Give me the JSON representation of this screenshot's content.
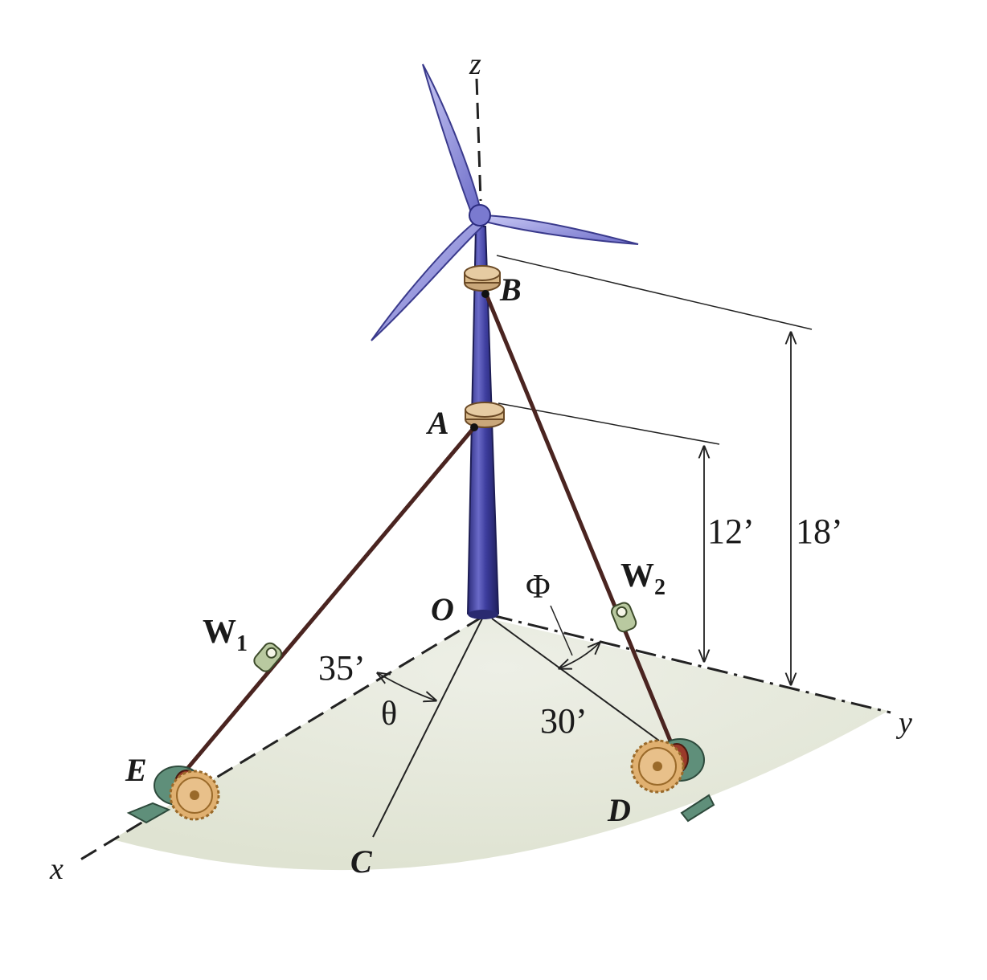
{
  "axes": {
    "x": "x",
    "y": "y",
    "z": "z"
  },
  "points": {
    "O": "O",
    "A": "A",
    "B": "B",
    "C": "C",
    "D": "D",
    "E": "E"
  },
  "weights": {
    "w1": "W",
    "w1_sub": "1",
    "w2": "W",
    "w2_sub": "2"
  },
  "dimensions": {
    "height_A": "12’",
    "height_B": "18’",
    "dist_E": "35’",
    "dist_D": "30’"
  },
  "angles": {
    "theta": "θ",
    "phi": "Φ"
  },
  "colors": {
    "tower": "#3c3c9c",
    "blades": "#8a8ae0",
    "ground": "#e6e9dc",
    "collar": "#c9a77a",
    "cable": "#4a2420",
    "winch": "#5f8f7a",
    "gear": "#e0b070"
  }
}
